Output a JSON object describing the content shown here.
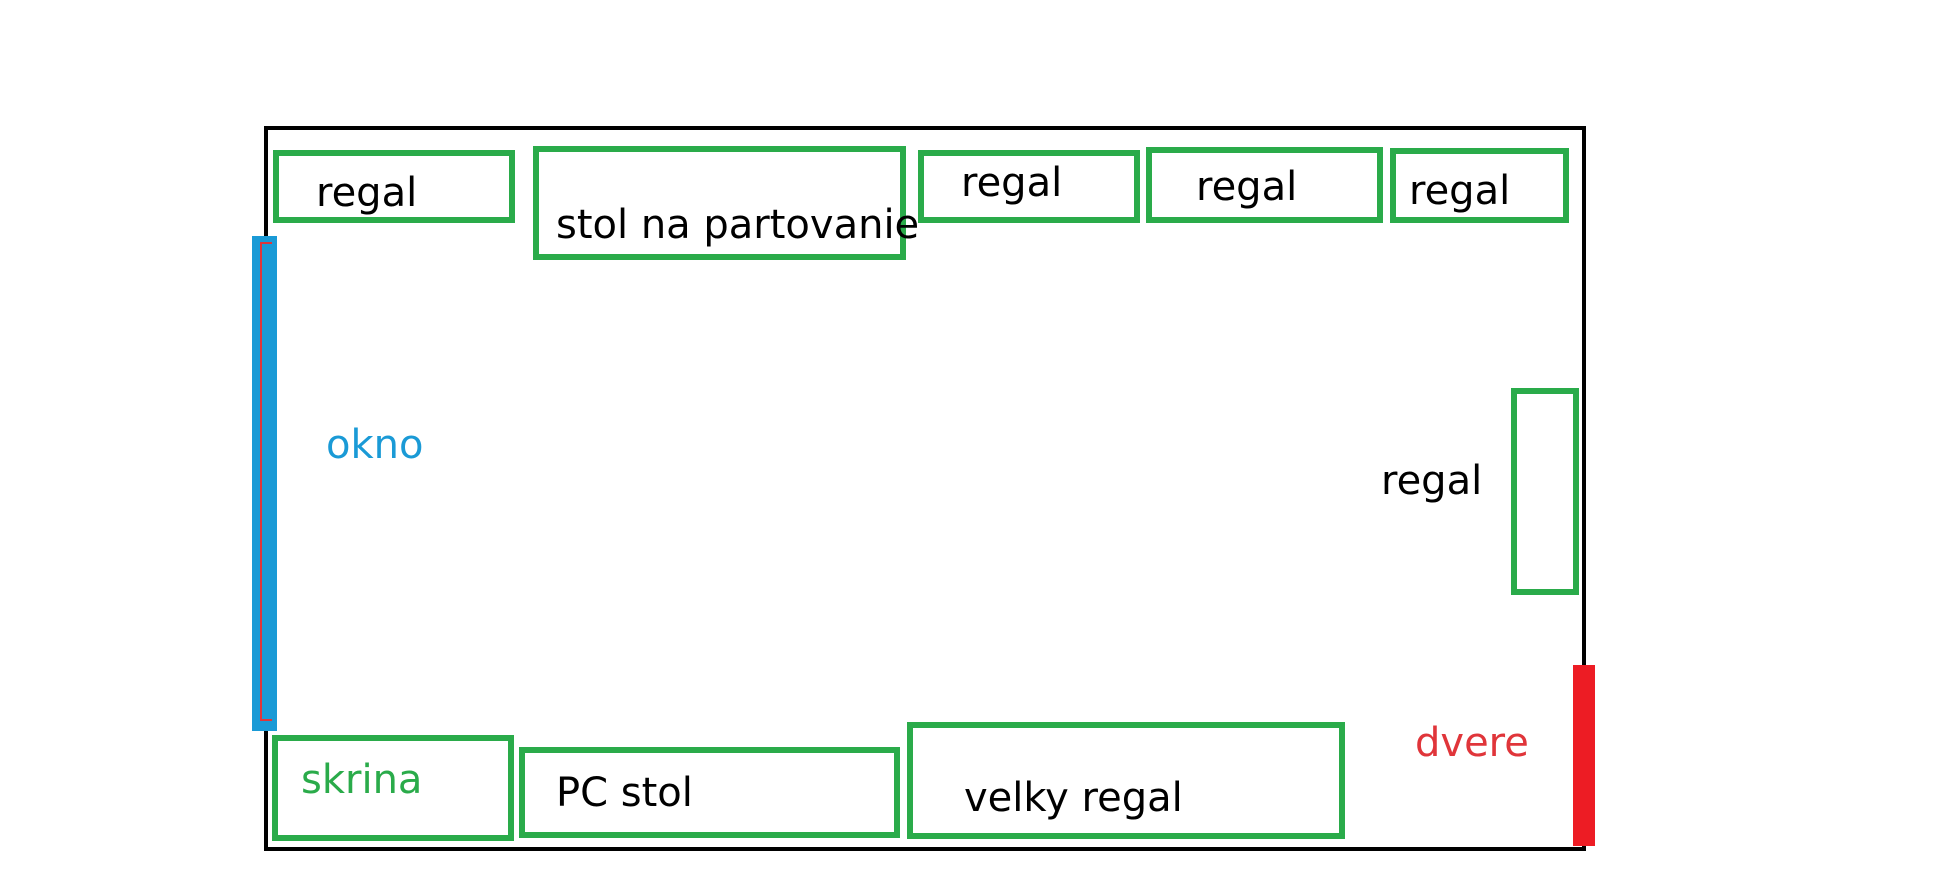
{
  "colors": {
    "wall": "#000000",
    "furniture": "#2aab4a",
    "window": "#1a9ad6",
    "window_inner": "#e0353a",
    "door": "#ed1c24",
    "label_default": "#000000",
    "label_window": "#1a9ad6",
    "label_door": "#e0353a",
    "label_cabinet": "#2aab4a"
  },
  "room": {
    "furniture": [
      {
        "id": "regal-1",
        "label": "regal"
      },
      {
        "id": "stol-na-partovanie",
        "label": "stol na partovanie"
      },
      {
        "id": "regal-2",
        "label": "regal"
      },
      {
        "id": "regal-3",
        "label": "regal"
      },
      {
        "id": "regal-4",
        "label": "regal"
      },
      {
        "id": "regal-right",
        "label": "regal"
      },
      {
        "id": "skrina",
        "label": "skrina"
      },
      {
        "id": "pc-stol",
        "label": "PC stol"
      },
      {
        "id": "velky-regal",
        "label": "velky regal"
      }
    ],
    "window_label": "okno",
    "door_label": "dvere"
  }
}
